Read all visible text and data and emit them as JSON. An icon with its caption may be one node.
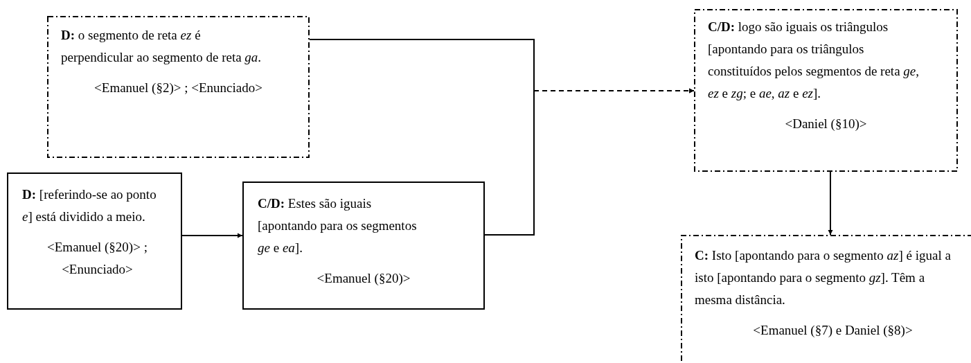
{
  "diagram": {
    "nodes": [
      {
        "text": [
          "**D:** o segmento de reta *ez* é perpendicular ao segmento de reta *ga*.",
          "<Emanuel (§2)> ; <Enunciado>"
        ]
      },
      {
        "text": [
          "**D:** [referindo-se ao ponto *e*] está dividido a meio.",
          "<Emanuel (§20)> ; <Enunciado>"
        ]
      },
      {
        "text": [
          "**C/D:** Estes são iguais [apontando para os segmentos *ge* e *ea*].",
          "<Emanuel (§20)>"
        ]
      },
      {
        "text": [
          "**C/D:** logo são iguais os triângulos [apontando para os triângulos constituídos pelos segmentos de reta *ge*, *ez* e *zg*; e *ae*, *az* e *ez*].",
          "<Daniel (§10)>"
        ]
      },
      {
        "text": [
          "**C:** Isto [apontando para o segmento *az*] é igual a isto [apontando para o segmento *gz*]. Têm a mesma distância.",
          "<Emanuel (§7) e Daniel (§8)>"
        ]
      }
    ],
    "edges": [
      {
        "from": 0,
        "to": 3,
        "arrow": "to",
        "style": "dashed"
      },
      {
        "from": 2,
        "to": 3,
        "arrow": "to",
        "style": "dashed"
      },
      {
        "from": 1,
        "to": 2,
        "arrow": "to"
      },
      {
        "from": 3,
        "to": 4,
        "arrow": "to"
      }
    ]
  }
}
